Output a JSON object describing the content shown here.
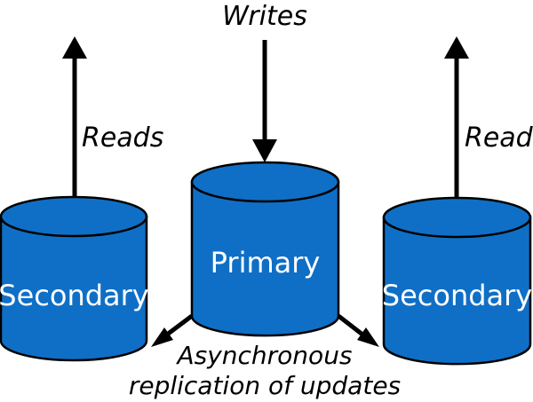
{
  "diagram": {
    "writes_label": "Writes",
    "reads_label_left": "Reads",
    "reads_label_right": "Reads",
    "primary_label": "Primary",
    "secondary_left_label": "Secondary",
    "secondary_right_label": "Secondary",
    "replication_label_line1": "Asynchronous",
    "replication_label_line2": "replication of updates"
  },
  "colors": {
    "db_fill": "#0f6fc6",
    "db_stroke": "#000000",
    "arrow": "#000000",
    "text": "#000000",
    "db_text": "#ffffff"
  }
}
